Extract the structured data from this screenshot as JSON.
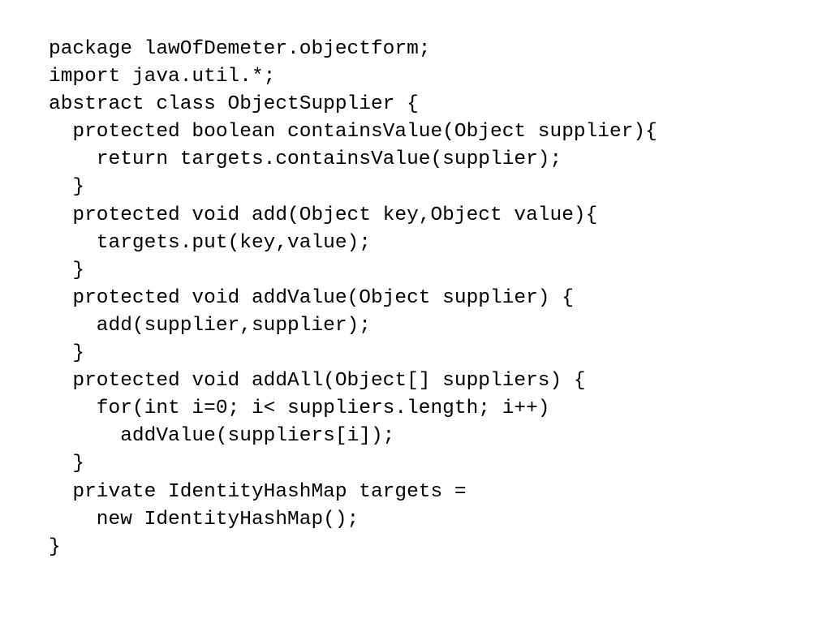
{
  "code": {
    "lines": [
      "package lawOfDemeter.objectform;",
      "import java.util.*;",
      "abstract class ObjectSupplier {",
      "  protected boolean containsValue(Object supplier){",
      "    return targets.containsValue(supplier);",
      "  }",
      "  protected void add(Object key,Object value){",
      "    targets.put(key,value);",
      "  }",
      "  protected void addValue(Object supplier) {",
      "    add(supplier,supplier);",
      "  }",
      "  protected void addAll(Object[] suppliers) {",
      "    for(int i=0; i< suppliers.length; i++)",
      "      addValue(suppliers[i]);",
      "  }",
      "  private IdentityHashMap targets =",
      "    new IdentityHashMap();",
      "}"
    ]
  }
}
